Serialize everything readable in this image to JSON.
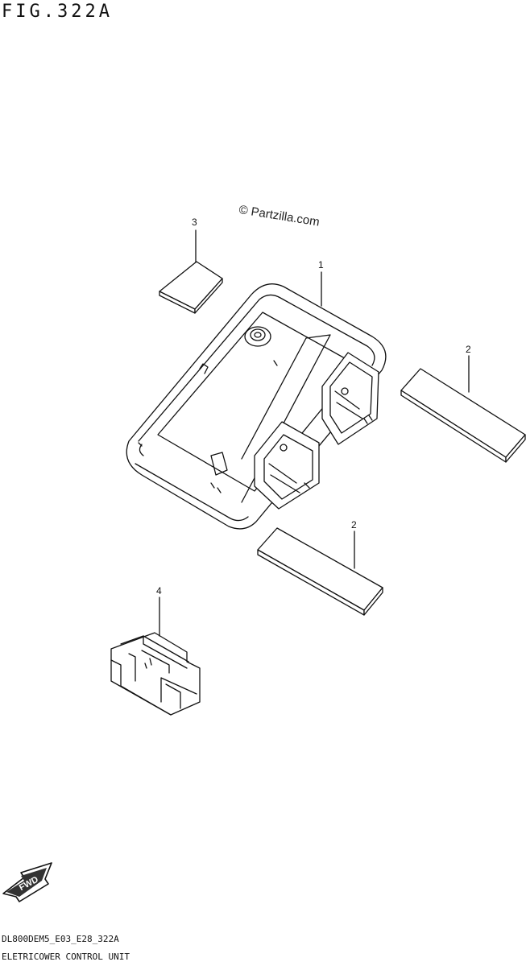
{
  "figure": {
    "title": "FIG.322A",
    "watermark": "© Partzilla.com",
    "model_code": "DL800DEM5_E03_E28_322A",
    "section_name": "ELETRICOWER CONTROL UNIT"
  },
  "callouts": {
    "ecu": "1",
    "pad_right": "2",
    "pad_lower": "2",
    "pad_small": "3",
    "relay": "4"
  },
  "direction_marker": {
    "label": "FWD",
    "icon": "fwd-arrow-icon"
  }
}
